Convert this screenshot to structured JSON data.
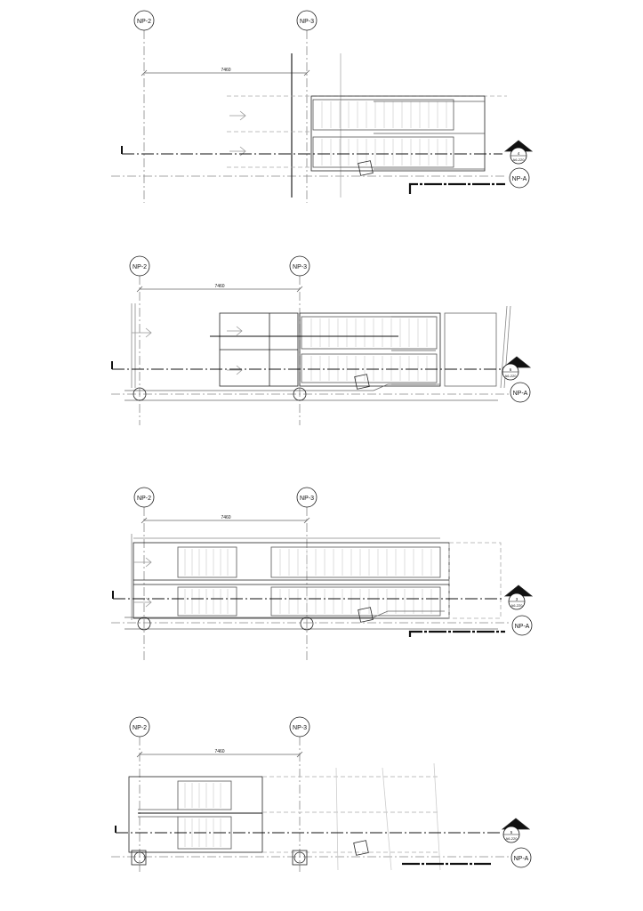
{
  "plans": [
    {
      "grid_top_left": "NP-2",
      "grid_top_right": "NP-3",
      "grid_row": "NP-A",
      "dimension": "7460",
      "section_number": "4",
      "section_sheet": "A6-220"
    },
    {
      "grid_top_left": "NP-2",
      "grid_top_right": "NP-3",
      "grid_row": "NP-A",
      "dimension": "7460",
      "section_number": "6",
      "section_sheet": "A6-220"
    },
    {
      "grid_top_left": "NP-2",
      "grid_top_right": "NP-3",
      "grid_row": "NP-A",
      "dimension": "7460",
      "section_number": "3",
      "section_sheet": "A6-220"
    },
    {
      "grid_top_left": "NP-2",
      "grid_top_right": "NP-3",
      "grid_row": "NP-A",
      "dimension": "7460",
      "section_number": "5",
      "section_sheet": "A6-220"
    }
  ]
}
